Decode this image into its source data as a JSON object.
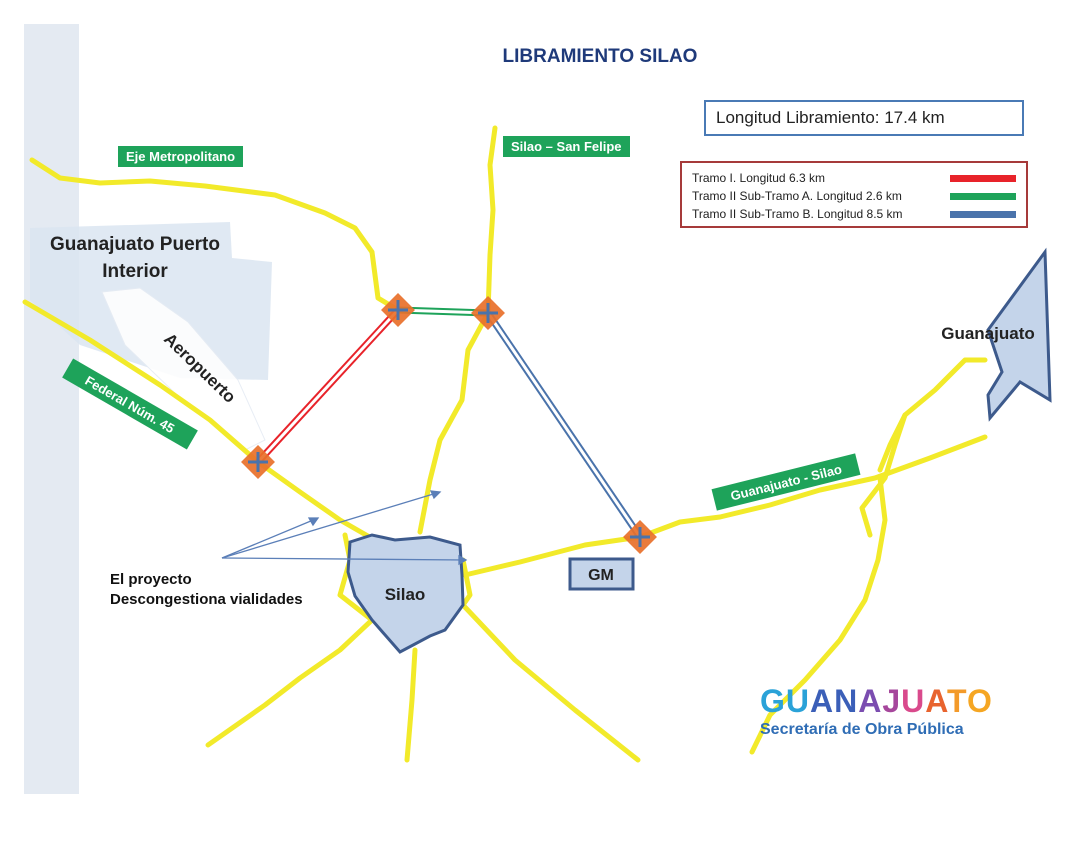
{
  "title": "LIBRAMIENTO SILAO",
  "length_box": "Longitud Libramiento: 17.4 km",
  "legend": [
    {
      "label": "Tramo I. Longitud 6.3 km",
      "color": "#e8232a"
    },
    {
      "label": "Tramo II Sub-Tramo A. Longitud 2.6 km",
      "color": "#1ea35a"
    },
    {
      "label": "Tramo II Sub-Tramo B. Longitud 8.5 km",
      "color": "#4a73ab"
    }
  ],
  "road_labels": {
    "eje": "Eje Metropolitano",
    "san_felipe": "Silao – San Felipe",
    "federal": "Federal Núm. 45",
    "gto_silao": "Guanajuato - Silao"
  },
  "places": {
    "puerto_line1": "Guanajuato Puerto",
    "puerto_line2": "Interior",
    "aeropuerto": "Aeropuerto",
    "guanajuato": "Guanajuato",
    "silao": "Silao",
    "gm": "GM"
  },
  "annotation": {
    "line1": "El proyecto",
    "line2": "Descongestiona vialidades"
  },
  "brand": {
    "word": "GUANAJUATO",
    "letters": [
      "G",
      "U",
      "A",
      "N",
      "A",
      "J",
      "U",
      "A",
      "T",
      "O"
    ],
    "letter_colors": [
      "#2aa2d8",
      "#2aa2d8",
      "#3b5fb8",
      "#3b5fb8",
      "#7b4db0",
      "#a6479c",
      "#d94a8c",
      "#e8632e",
      "#f39a2a",
      "#f5a623"
    ],
    "subtitle": "Secretaría de Obra Pública"
  },
  "colors": {
    "road": "#f2ea2a",
    "area": "#c4d4ea",
    "area_stroke": "#3d5a8c",
    "node": "#e8702a"
  }
}
